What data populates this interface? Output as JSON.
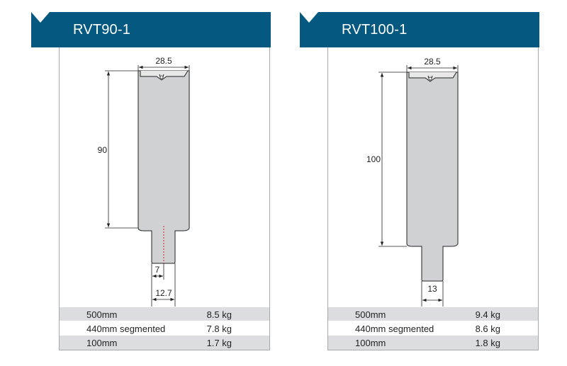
{
  "panels": [
    {
      "title": "RVT90-1",
      "dimensions": {
        "width": "28.5",
        "height": "90",
        "tang_half": "7",
        "tang_width": "12.7"
      },
      "specs": [
        {
          "length": "500mm",
          "weight": "8.5 kg"
        },
        {
          "length": "440mm segmented",
          "weight": "7.8 kg"
        },
        {
          "length": "100mm",
          "weight": "1.7 kg"
        }
      ]
    },
    {
      "title": "RVT100-1",
      "dimensions": {
        "width": "28.5",
        "height": "100",
        "tang_width": "13"
      },
      "specs": [
        {
          "length": "500mm",
          "weight": "9.4 kg"
        },
        {
          "length": "440mm segmented",
          "weight": "8.6 kg"
        },
        {
          "length": "100mm",
          "weight": "1.8 kg"
        }
      ]
    }
  ],
  "colors": {
    "header": "#05587f",
    "tool_fill": "#d0d1d3",
    "row_shade": "#dcdddf"
  }
}
